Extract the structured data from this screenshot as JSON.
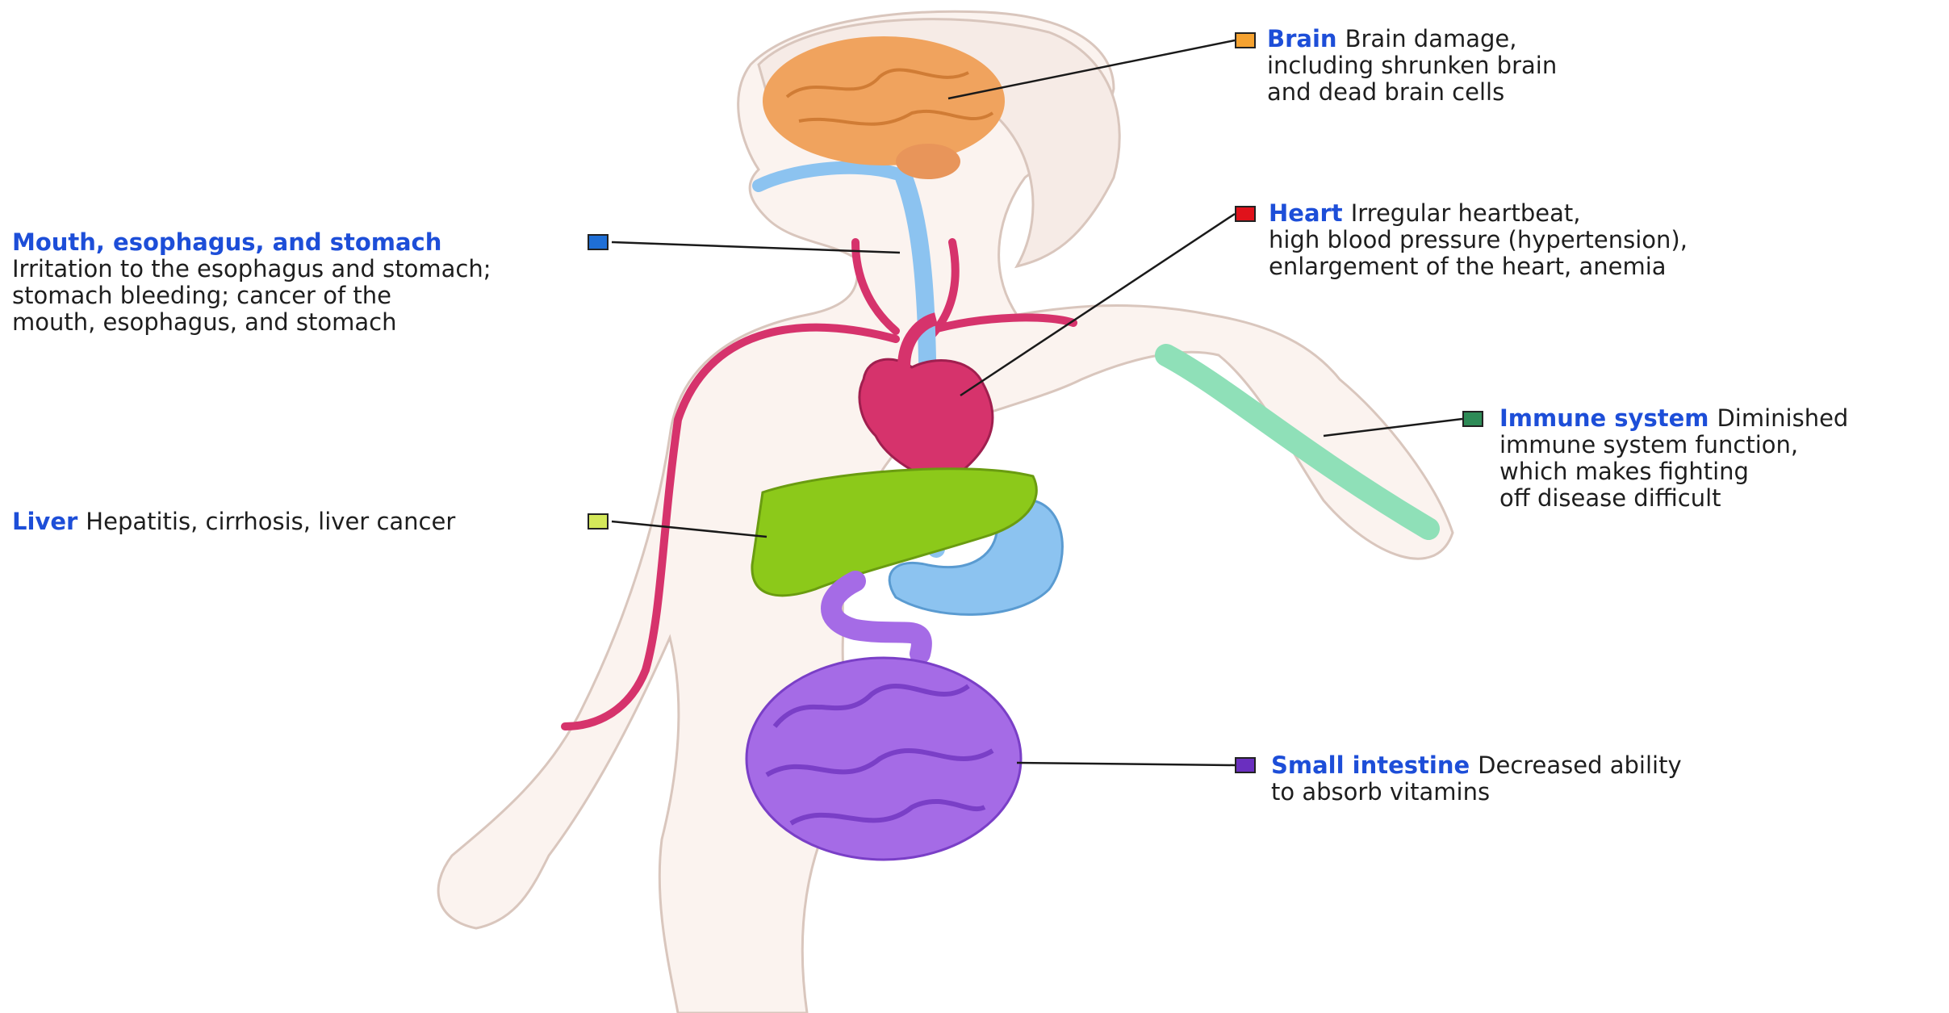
{
  "colors": {
    "label_blue": "#1d4ed8",
    "body_fill": "#fbf3ef",
    "body_outline": "#d9c6bd",
    "leader_line": "#1a1a1a"
  },
  "organs": {
    "brain": {
      "name": "Brain",
      "lines": [
        "Brain damage,",
        "including shrunken brain",
        "and dead brain cells"
      ],
      "swatch_color": "#f5a230",
      "organ_color": "#f0a35e"
    },
    "heart": {
      "name": "Heart",
      "lines": [
        "Irregular heartbeat,",
        "high blood pressure (hypertension),",
        "enlargement of the heart, anemia"
      ],
      "swatch_color": "#e0121b",
      "organ_color": "#d6336c"
    },
    "mouth": {
      "name": "Mouth, esophagus, and stomach",
      "lines": [
        "Irritation to the esophagus and stomach;",
        "stomach bleeding; cancer of the",
        "mouth, esophagus, and stomach"
      ],
      "swatch_color": "#1f6fd6",
      "organ_color": "#8cc3f0"
    },
    "liver": {
      "name": "Liver",
      "lines": [
        "Hepatitis, cirrhosis, liver cancer"
      ],
      "swatch_color": "#d4e85a",
      "organ_color": "#8cc91a"
    },
    "immune": {
      "name": "Immune system",
      "lines": [
        "Diminished",
        "immune system function,",
        "which makes fighting",
        "off disease difficult"
      ],
      "swatch_color": "#2e8b57",
      "organ_color": "#8fe0b8"
    },
    "intestine": {
      "name": "Small intestine",
      "lines": [
        "Decreased ability",
        "to absorb vitamins"
      ],
      "swatch_color": "#6a2fbf",
      "organ_color": "#a56be6"
    }
  }
}
